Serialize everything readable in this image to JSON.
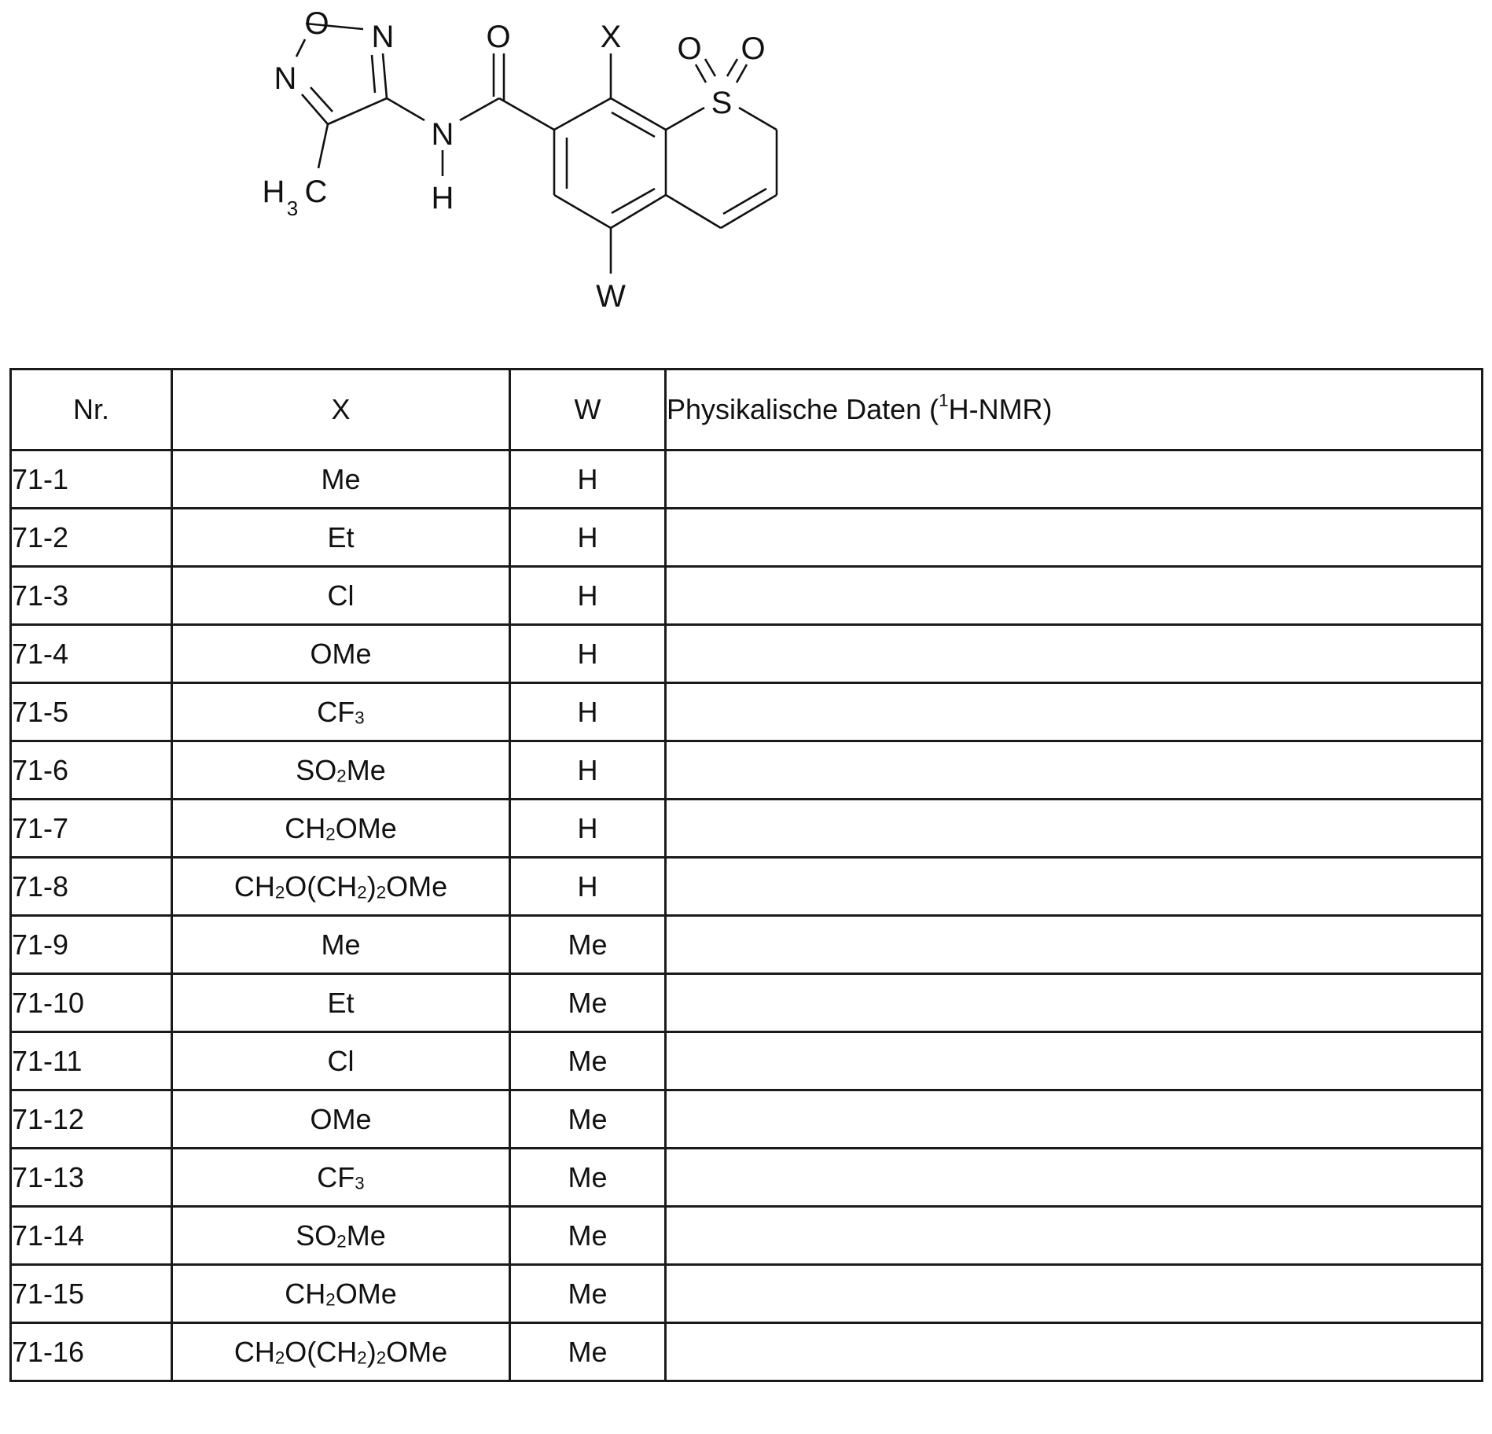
{
  "structure": {
    "labels": {
      "ring_O": "O",
      "ring_N_right": "N",
      "ring_N_left": "N",
      "methyl_H": "H",
      "methyl_sub": "3",
      "methyl_C": "C",
      "amide_N": "N",
      "amide_H": "H",
      "carbonyl_O": "O",
      "substituent_X": "X",
      "substituent_W": "W",
      "sulfur": "S",
      "sulfonyl_O1": "O",
      "sulfonyl_O2": "O"
    }
  },
  "table": {
    "headers": {
      "nr": "Nr.",
      "x": "X",
      "w": "W",
      "phys_prefix": "Physikalische Daten (",
      "phys_sup": "1",
      "phys_suffix": "H-NMR)"
    },
    "rows": [
      {
        "nr": "71-1",
        "x": [
          {
            "t": "Me"
          }
        ],
        "w": "H",
        "phys": ""
      },
      {
        "nr": "71-2",
        "x": [
          {
            "t": "Et"
          }
        ],
        "w": "H",
        "phys": ""
      },
      {
        "nr": "71-3",
        "x": [
          {
            "t": "Cl"
          }
        ],
        "w": "H",
        "phys": ""
      },
      {
        "nr": "71-4",
        "x": [
          {
            "t": "OMe"
          }
        ],
        "w": "H",
        "phys": ""
      },
      {
        "nr": "71-5",
        "x": [
          {
            "t": "CF"
          },
          {
            "sub": "3"
          }
        ],
        "w": "H",
        "phys": ""
      },
      {
        "nr": "71-6",
        "x": [
          {
            "t": "SO"
          },
          {
            "sub": "2"
          },
          {
            "t": "Me"
          }
        ],
        "w": "H",
        "phys": ""
      },
      {
        "nr": "71-7",
        "x": [
          {
            "t": "CH"
          },
          {
            "sub": "2"
          },
          {
            "t": "OMe"
          }
        ],
        "w": "H",
        "phys": ""
      },
      {
        "nr": "71-8",
        "x": [
          {
            "t": "CH"
          },
          {
            "sub": "2"
          },
          {
            "t": "O(CH"
          },
          {
            "sub": "2"
          },
          {
            "t": ")"
          },
          {
            "sub": "2"
          },
          {
            "t": "OMe"
          }
        ],
        "w": "H",
        "phys": ""
      },
      {
        "nr": "71-9",
        "x": [
          {
            "t": "Me"
          }
        ],
        "w": "Me",
        "phys": ""
      },
      {
        "nr": "71-10",
        "x": [
          {
            "t": "Et"
          }
        ],
        "w": "Me",
        "phys": ""
      },
      {
        "nr": "71-11",
        "x": [
          {
            "t": "Cl"
          }
        ],
        "w": "Me",
        "phys": ""
      },
      {
        "nr": "71-12",
        "x": [
          {
            "t": "OMe"
          }
        ],
        "w": "Me",
        "phys": ""
      },
      {
        "nr": "71-13",
        "x": [
          {
            "t": "CF"
          },
          {
            "sub": "3"
          }
        ],
        "w": "Me",
        "phys": ""
      },
      {
        "nr": "71-14",
        "x": [
          {
            "t": "SO"
          },
          {
            "sub": "2"
          },
          {
            "t": "Me"
          }
        ],
        "w": "Me",
        "phys": ""
      },
      {
        "nr": "71-15",
        "x": [
          {
            "t": "CH"
          },
          {
            "sub": "2"
          },
          {
            "t": "OMe"
          }
        ],
        "w": "Me",
        "phys": ""
      },
      {
        "nr": "71-16",
        "x": [
          {
            "t": "CH"
          },
          {
            "sub": "2"
          },
          {
            "t": "O(CH"
          },
          {
            "sub": "2"
          },
          {
            "t": ")"
          },
          {
            "sub": "2"
          },
          {
            "t": "OMe"
          }
        ],
        "w": "Me",
        "phys": ""
      }
    ]
  }
}
